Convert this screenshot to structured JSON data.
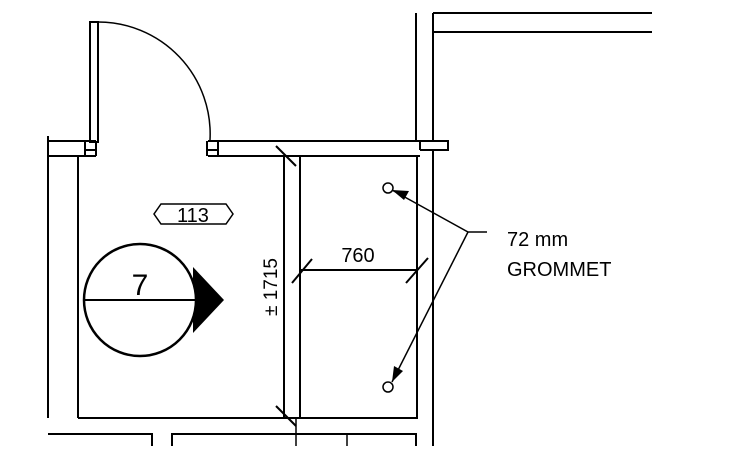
{
  "room_tag": "113",
  "section_marker": "7",
  "dimensions": {
    "depth": "± 1715",
    "width": "760"
  },
  "callout": {
    "line1": "72 mm",
    "line2": "GROMMET"
  }
}
